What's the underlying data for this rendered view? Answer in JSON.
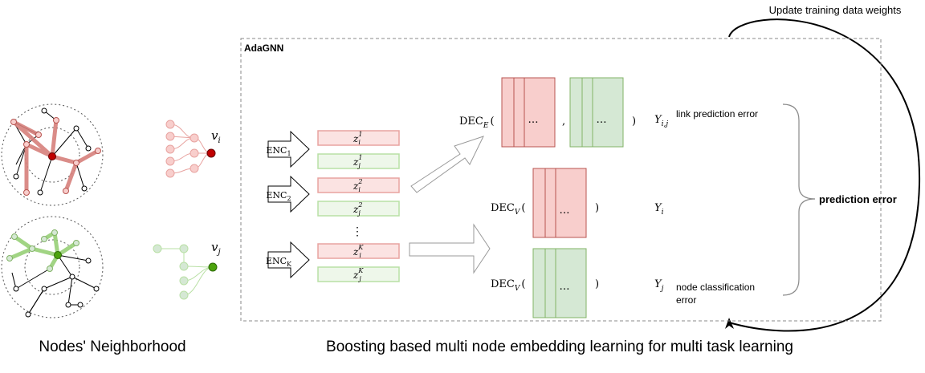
{
  "top_label": "Update training data weights",
  "frame_title": "AdaGNN",
  "left_caption": "Nodes' Neighborhood",
  "main_caption": "Boosting based multi node embedding learning for multi task learning",
  "node_labels": {
    "vi": "v",
    "vi_sub": "i",
    "vj": "v",
    "vj_sub": "j"
  },
  "encoders": [
    {
      "text": "ENC",
      "sub": "1"
    },
    {
      "text": "ENC",
      "sub": "2"
    },
    {
      "text": "ENC",
      "sub": "K"
    }
  ],
  "embeddings": [
    {
      "base": "z",
      "sub": "i",
      "sup": "1",
      "color": "red"
    },
    {
      "base": "z",
      "sub": "j",
      "sup": "1",
      "color": "green"
    },
    {
      "base": "z",
      "sub": "i",
      "sup": "2",
      "color": "red"
    },
    {
      "base": "z",
      "sub": "j",
      "sup": "2",
      "color": "green"
    },
    {
      "base": "z",
      "sub": "i",
      "sup": "K",
      "color": "red"
    },
    {
      "base": "z",
      "sub": "j",
      "sup": "K",
      "color": "green"
    }
  ],
  "vdots": "⋮",
  "decoders": {
    "edge": {
      "text": "DEC",
      "sub": "E",
      "open": "(",
      "comma": ",",
      "close": ")"
    },
    "node1": {
      "text": "DEC",
      "sub": "V",
      "open": "(",
      "close": ")"
    },
    "node2": {
      "text": "DEC",
      "sub": "V",
      "open": "(",
      "close": ")"
    }
  },
  "matrix_dots": "…",
  "outputs": {
    "yij": {
      "base": "Y",
      "sub": "i,j"
    },
    "yi": {
      "base": "Y",
      "sub": "i"
    },
    "yj": {
      "base": "Y",
      "sub": "j"
    }
  },
  "errors": {
    "link": "link prediction error",
    "node_line1": "node classification",
    "node_line2": "error",
    "total": "prediction error"
  },
  "colors": {
    "red_fill": "#f8cecc",
    "red_stroke": "#b85450",
    "green_fill": "#d5e8d4",
    "green_stroke": "#82b366",
    "red_node": "#c00000",
    "green_node": "#4ca30d",
    "red_edge": "#d6807c",
    "green_edge": "#97d077"
  }
}
